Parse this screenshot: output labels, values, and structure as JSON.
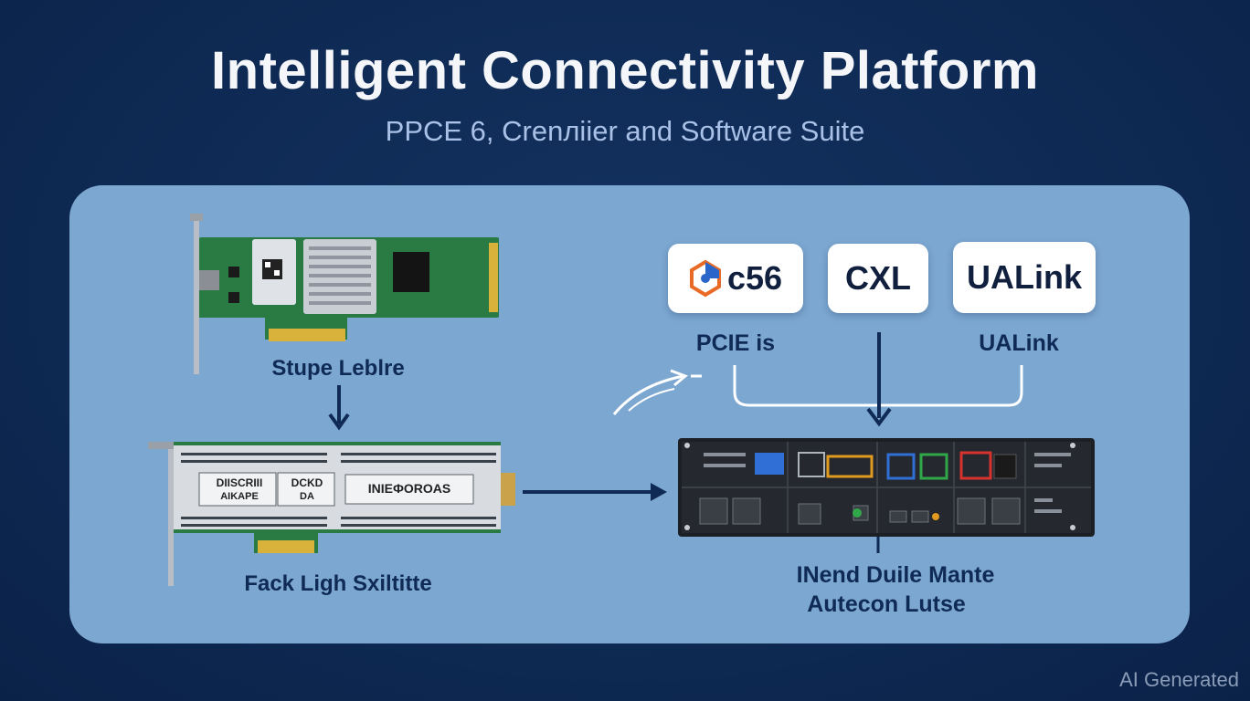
{
  "header": {
    "title": "Intelligent Connectivity Platform",
    "subtitle": "PPCE 6, Crenлiier and Software Suite"
  },
  "cards": {
    "top_label": "Stupe Leblre",
    "bottom_label": "Fack Ligh Sxiltitte",
    "bottom_card_text_1": "DIISCRIII",
    "bottom_card_text_2": "DCKD",
    "bottom_card_text_3": "AIKAPE",
    "bottom_card_text_4": "DA",
    "bottom_card_text_5": "INIEФOROAS"
  },
  "badges": [
    {
      "label": "c56",
      "sub": "PCIE is"
    },
    {
      "label": "CXL",
      "sub": ""
    },
    {
      "label": "UALink",
      "sub": "UALink"
    }
  ],
  "switch": {
    "label_line1": "INend Duile Mante",
    "label_line2": "Autecon Lutse"
  },
  "watermark": "AI Generated"
}
